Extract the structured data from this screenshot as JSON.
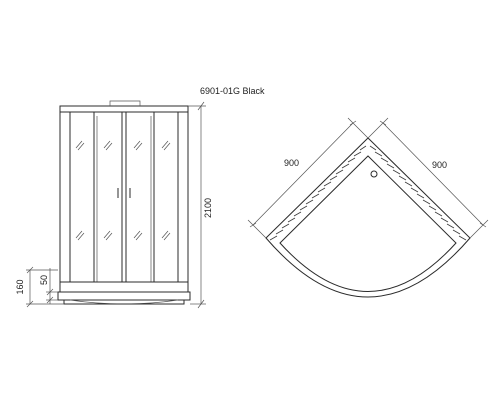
{
  "model_label": "6901-01G Black",
  "front_view": {
    "height_label": "2100",
    "tray_height_label": "160",
    "step_height_label": "50"
  },
  "top_view": {
    "left_width_label": "900",
    "right_width_label": "900"
  }
}
